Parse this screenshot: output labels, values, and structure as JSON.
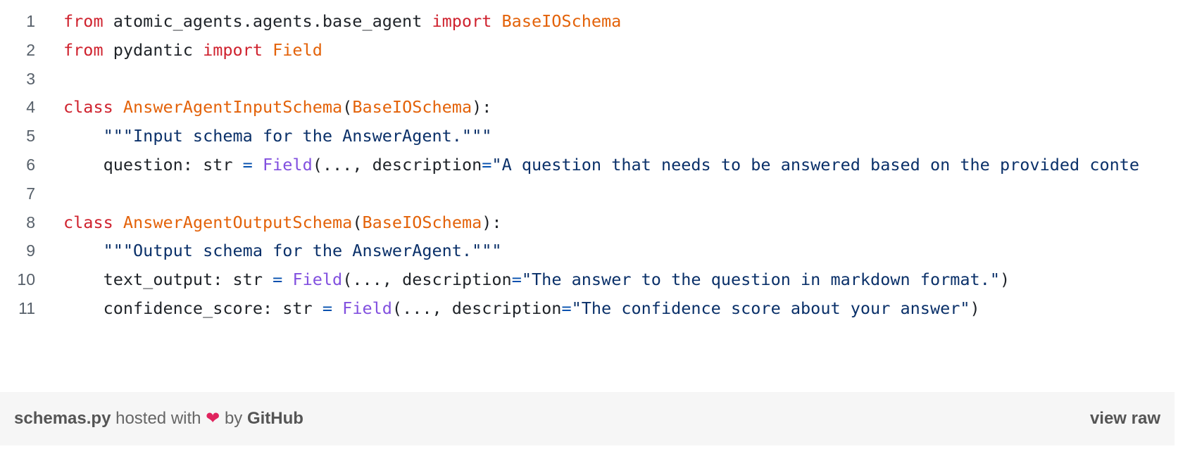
{
  "code": {
    "lines": [
      {
        "n": "1",
        "tokens": [
          {
            "t": "from",
            "c": "kw"
          },
          {
            "t": " atomic_agents.agents.base_agent ",
            "c": ""
          },
          {
            "t": "import",
            "c": "kw"
          },
          {
            "t": " ",
            "c": ""
          },
          {
            "t": "BaseIOSchema",
            "c": "cls"
          }
        ]
      },
      {
        "n": "2",
        "tokens": [
          {
            "t": "from",
            "c": "kw"
          },
          {
            "t": " pydantic ",
            "c": ""
          },
          {
            "t": "import",
            "c": "kw"
          },
          {
            "t": " ",
            "c": ""
          },
          {
            "t": "Field",
            "c": "cls"
          }
        ]
      },
      {
        "n": "3",
        "tokens": []
      },
      {
        "n": "4",
        "tokens": [
          {
            "t": "class",
            "c": "kw"
          },
          {
            "t": " ",
            "c": ""
          },
          {
            "t": "AnswerAgentInputSchema",
            "c": "cls"
          },
          {
            "t": "(",
            "c": ""
          },
          {
            "t": "BaseIOSchema",
            "c": "cls"
          },
          {
            "t": "):",
            "c": ""
          }
        ]
      },
      {
        "n": "5",
        "tokens": [
          {
            "t": "    ",
            "c": ""
          },
          {
            "t": "\"\"\"Input schema for the AnswerAgent.\"\"\"",
            "c": "str"
          }
        ]
      },
      {
        "n": "6",
        "tokens": [
          {
            "t": "    question: str ",
            "c": ""
          },
          {
            "t": "=",
            "c": "op"
          },
          {
            "t": " ",
            "c": ""
          },
          {
            "t": "Field",
            "c": "fn"
          },
          {
            "t": "(..., description",
            "c": ""
          },
          {
            "t": "=",
            "c": "op"
          },
          {
            "t": "\"A question that needs to be answered based on the provided conte",
            "c": "str"
          }
        ]
      },
      {
        "n": "7",
        "tokens": []
      },
      {
        "n": "8",
        "tokens": [
          {
            "t": "class",
            "c": "kw"
          },
          {
            "t": " ",
            "c": ""
          },
          {
            "t": "AnswerAgentOutputSchema",
            "c": "cls"
          },
          {
            "t": "(",
            "c": ""
          },
          {
            "t": "BaseIOSchema",
            "c": "cls"
          },
          {
            "t": "):",
            "c": ""
          }
        ]
      },
      {
        "n": "9",
        "tokens": [
          {
            "t": "    ",
            "c": ""
          },
          {
            "t": "\"\"\"Output schema for the AnswerAgent.\"\"\"",
            "c": "str"
          }
        ]
      },
      {
        "n": "10",
        "tokens": [
          {
            "t": "    text_output: str ",
            "c": ""
          },
          {
            "t": "=",
            "c": "op"
          },
          {
            "t": " ",
            "c": ""
          },
          {
            "t": "Field",
            "c": "fn"
          },
          {
            "t": "(..., description",
            "c": ""
          },
          {
            "t": "=",
            "c": "op"
          },
          {
            "t": "\"The answer to the question in markdown format.\"",
            "c": "str"
          },
          {
            "t": ")",
            "c": ""
          }
        ]
      },
      {
        "n": "11",
        "tokens": [
          {
            "t": "    confidence_score: str ",
            "c": ""
          },
          {
            "t": "=",
            "c": "op"
          },
          {
            "t": " ",
            "c": ""
          },
          {
            "t": "Field",
            "c": "fn"
          },
          {
            "t": "(..., description",
            "c": ""
          },
          {
            "t": "=",
            "c": "op"
          },
          {
            "t": "\"The confidence score about your answer\"",
            "c": "str"
          },
          {
            "t": ")",
            "c": ""
          }
        ]
      }
    ]
  },
  "footer": {
    "filename": "schemas.py",
    "hosted_with": " hosted with ",
    "heart": "❤",
    "by": " by ",
    "github": "GitHub",
    "view_raw": "view raw"
  },
  "colors": {
    "keyword": "#cf222e",
    "class_name": "#e36209",
    "function": "#8250df",
    "operator": "#0550ae",
    "string": "#0a3069",
    "footer_bg": "#f6f6f6"
  }
}
